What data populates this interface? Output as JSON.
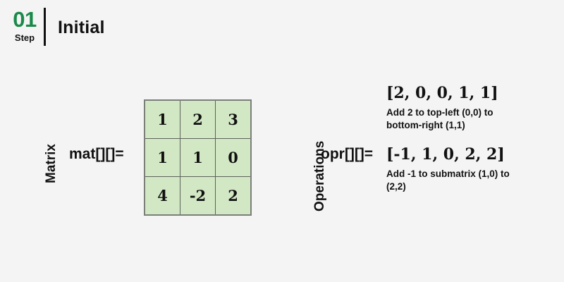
{
  "header": {
    "step_number": "01",
    "step_word": "Step",
    "title": "Initial"
  },
  "matrix_section": {
    "section_label": "Matrix",
    "assign_label": "mat[][]=",
    "rows": [
      [
        "1",
        "2",
        "3"
      ],
      [
        "1",
        "1",
        "0"
      ],
      [
        "4",
        "-2",
        "2"
      ]
    ]
  },
  "operations_section": {
    "section_label": "Operations",
    "assign_label": "opr[][]=",
    "items": [
      {
        "array": "[2, 0, 0, 1, 1]",
        "description": "Add 2 to top-left (0,0) to bottom-right (1,1)"
      },
      {
        "array": "[-1, 1, 0, 2, 2]",
        "description": "Add -1 to submatrix (1,0) to (2,2)"
      }
    ]
  },
  "colors": {
    "background": "#f4f4f4",
    "accent_green": "#1a8a4a",
    "cell_fill": "#d2e8c4",
    "cell_border": "#5c615a",
    "text": "#111111"
  }
}
